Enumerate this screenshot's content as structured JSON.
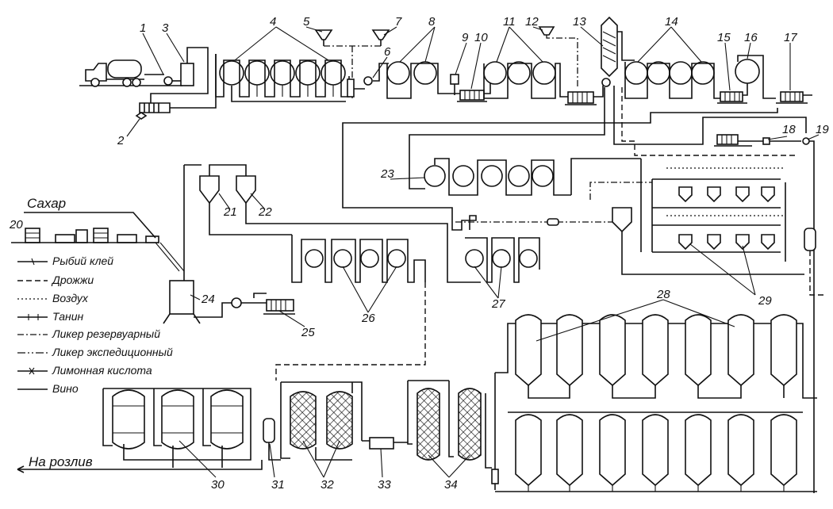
{
  "labels": {
    "n1": "1",
    "n2": "2",
    "n3": "3",
    "n4": "4",
    "n5": "5",
    "n6": "6",
    "n7": "7",
    "n8": "8",
    "n9": "9",
    "n10": "10",
    "n11": "11",
    "n12": "12",
    "n13": "13",
    "n14": "14",
    "n15": "15",
    "n16": "16",
    "n17": "17",
    "n18": "18",
    "n19": "19",
    "n20": "20",
    "n21": "21",
    "n22": "22",
    "n23": "23",
    "n24": "24",
    "n25": "25",
    "n26": "26",
    "n27": "27",
    "n28": "28",
    "n29": "29",
    "n30": "30",
    "n31": "31",
    "n32": "32",
    "n33": "33",
    "n34": "34"
  },
  "sugar": "Сахар",
  "output": "На розлив",
  "legend": [
    "Рыбий клей",
    "Дрожжи",
    "Воздух",
    "Танин",
    "Ликер резервуарный",
    "Ликер экспедиционный",
    "Лимонная кислота",
    "Вино"
  ]
}
